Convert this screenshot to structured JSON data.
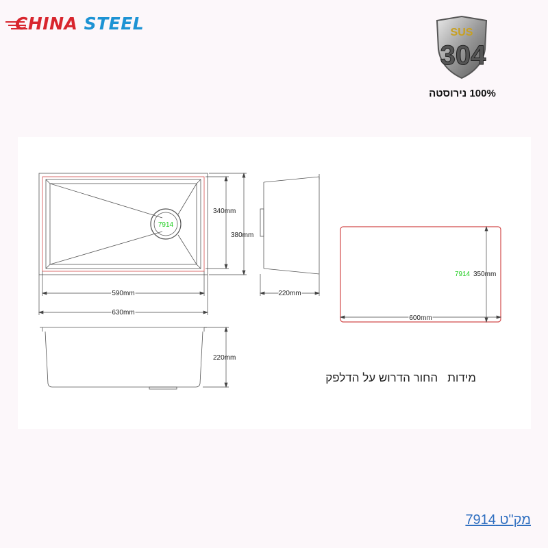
{
  "brand": {
    "part1": "CHINA",
    "part2": "STEEL",
    "red": "#d8262e",
    "blue": "#1d93d4"
  },
  "badge": {
    "top": "SUS",
    "number": "304",
    "caption": "100% נירוסטה"
  },
  "drawing": {
    "code": "7914",
    "inner_height": "340mm",
    "outer_height": "380mm",
    "inner_width": "590mm",
    "outer_width": "630mm",
    "side_depth": "220mm",
    "front_depth": "220mm",
    "cutout_height": "350mm",
    "cutout_width": "600mm"
  },
  "note": "מידות   החור הדרוש על הדלפק",
  "sku": "מק\"ט 7914"
}
